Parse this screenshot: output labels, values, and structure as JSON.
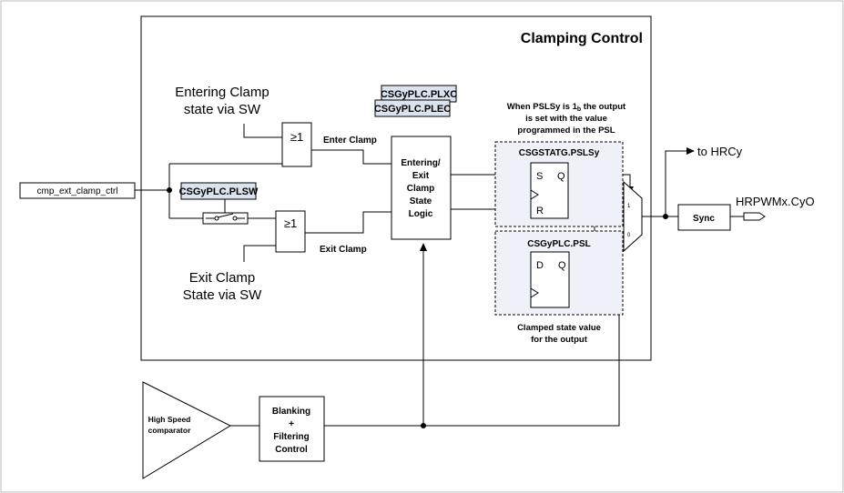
{
  "title": "Clamping Control",
  "inputs": {
    "ext_signal": "cmp_ext_clamp_ctrl",
    "entering_sw_line1": "Entering Clamp",
    "entering_sw_line2": "state via SW",
    "exit_sw_line1": "Exit Clamp",
    "exit_sw_line2": "State via SW"
  },
  "registers": {
    "plxc": "CSGyPLC.PLXC",
    "plec": "CSGyPLC.PLEC",
    "plsw": "CSGyPLC.PLSW",
    "pslsy": "CSGSTATG.PSLSy",
    "psl": "CSGyPLC.PSL"
  },
  "gates": {
    "or_enter": "≥1",
    "or_exit": "≥1"
  },
  "signals": {
    "enter_clamp": "Enter Clamp",
    "exit_clamp": "Exit Clamp",
    "to_hrc": "to HRCy",
    "output_pin": "HRPWMx.CyO"
  },
  "logic_block": [
    "Entering/",
    "Exit",
    "Clamp",
    "State",
    "Logic"
  ],
  "note_top": [
    "When PSLSy is 1",
    "b",
    " the output",
    "is set with the value",
    "programmed in the PSL"
  ],
  "note_bottom": [
    "Clamped state value",
    "for the output"
  ],
  "sr_ff": {
    "s": "S",
    "q": "Q",
    "r": "R"
  },
  "d_ff": {
    "d": "D",
    "q": "Q"
  },
  "mux": {
    "in1": "1",
    "in0": "0"
  },
  "sync": "Sync",
  "comparator": [
    "High Speed",
    "comparator"
  ],
  "blanking": [
    "Blanking",
    "+",
    "Filtering",
    "Control"
  ],
  "colors": {
    "register_fill": "#dbe3ef",
    "region_fill": "#eef1f7",
    "line": "#000000"
  }
}
